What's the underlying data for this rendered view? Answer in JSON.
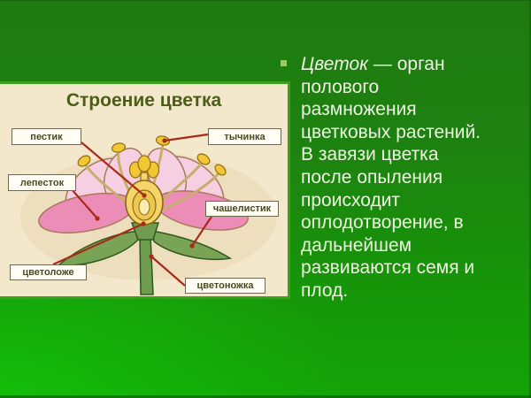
{
  "slide": {
    "background_top_color": "#1f7a11",
    "background_bottom_color": "#13a308",
    "background_bottom_left_glow": "#14d20a"
  },
  "diagram": {
    "title": "Строение цветка",
    "title_color": "#4b5e17",
    "panel_background": "#f3e8cb",
    "panel_border_color": "#3aa01e",
    "pointer_color": "#a92a18",
    "labels": [
      {
        "id": "pistil",
        "text": "пестик"
      },
      {
        "id": "stamen",
        "text": "тычинка"
      },
      {
        "id": "petal",
        "text": "лепесток"
      },
      {
        "id": "sepal",
        "text": "чашелистик"
      },
      {
        "id": "receptacle",
        "text": "цветоложе"
      },
      {
        "id": "pedicel",
        "text": "цветоножка"
      }
    ],
    "label_text_color": "#4a4a22",
    "label_background": "#fffdf4"
  },
  "content": {
    "bullet_color": "#9ccb5a",
    "term": "Цветок",
    "line1_rest": " — орган",
    "lines": [
      "полового",
      "размножения",
      "цветковых растений.",
      "В завязи цветка",
      "после опыления",
      "происходит",
      "оплодотворение, в",
      "дальнейшем",
      "развиваются семя и",
      "плод."
    ],
    "text_color": "#eef4e1"
  },
  "palette": {
    "petal_back": "#f7cfe3",
    "petal_front": "#ec8db8",
    "petal_outline": "#a9795c",
    "sepal": "#79a355",
    "sepal_outline": "#30591d",
    "stem": "#6f9c4e",
    "filament": "#c9ad6d",
    "anther": "#f1c832",
    "anther_outline": "#96731a",
    "ovary": "#f5d56a",
    "ovary_inner": "#eec84e",
    "ovary_ovule": "#f8ecb0",
    "ovary_outline": "#8a6a18",
    "shadow": "#e7d5ae"
  }
}
